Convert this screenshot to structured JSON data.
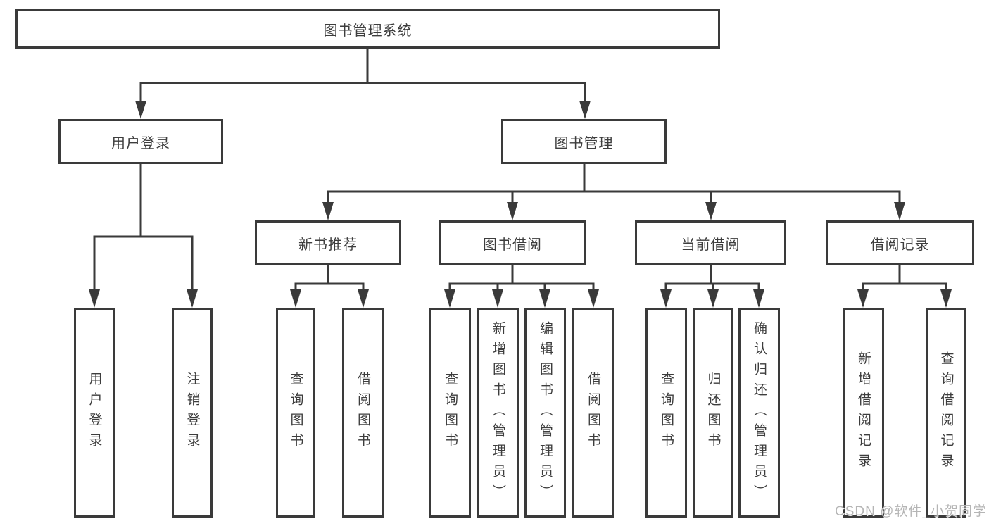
{
  "tree": {
    "label": "图书管理系统",
    "children": [
      {
        "label": "用户登录",
        "children": [
          {
            "label": "用户登录"
          },
          {
            "label": "注销登录"
          }
        ]
      },
      {
        "label": "图书管理",
        "children": [
          {
            "label": "新书推荐",
            "children": [
              {
                "label": "查询图书"
              },
              {
                "label": "借阅图书"
              }
            ]
          },
          {
            "label": "图书借阅",
            "children": [
              {
                "label": "查询图书"
              },
              {
                "label": "新增图书（管理员）"
              },
              {
                "label": "编辑图书（管理员）"
              },
              {
                "label": "借阅图书"
              }
            ]
          },
          {
            "label": "当前借阅",
            "children": [
              {
                "label": "查询图书"
              },
              {
                "label": "归还图书"
              },
              {
                "label": "确认归还（管理员）"
              }
            ]
          },
          {
            "label": "借阅记录",
            "children": [
              {
                "label": "新增借阅记录"
              },
              {
                "label": "查询借阅记录"
              }
            ]
          }
        ]
      }
    ]
  },
  "watermark": {
    "text": "CSDN @软件_小贺同学"
  },
  "colors": {
    "line": "#3a3a3a",
    "box_border": "#3a3a3a",
    "box_fill": "#ffffff",
    "text": "#3d3d3d",
    "background": "#ffffff",
    "watermark_text": "#b5b5b5"
  }
}
